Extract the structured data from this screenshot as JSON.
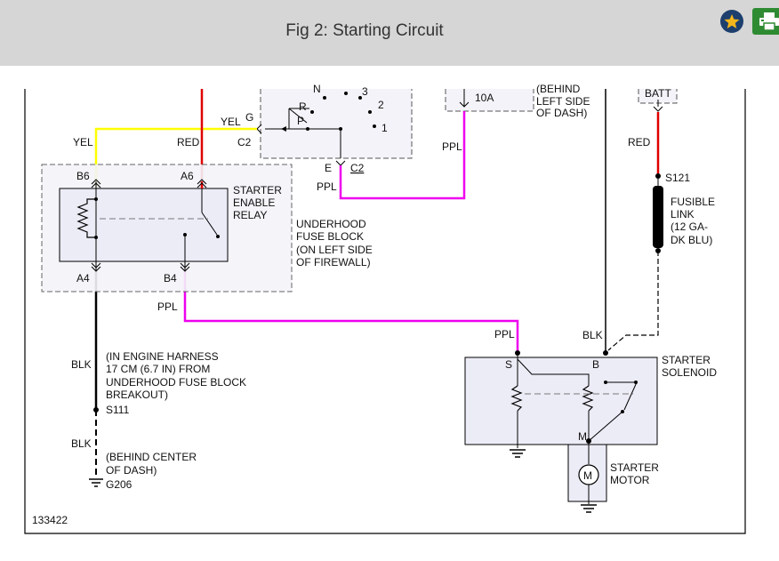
{
  "page": {
    "title": "Fig 2: Starting Circuit"
  },
  "toolbar": {
    "favorite_icon": "star-icon",
    "print_icon": "printer-icon",
    "favorite_color": "#1d3f6e",
    "print_color": "#2e8b32"
  },
  "colors": {
    "wire_yel": "#ffff00",
    "wire_red": "#e00000",
    "wire_ppl": "#ee00ee",
    "wire_blk": "#000000",
    "component_fill": "#ececf7",
    "block_fill": "#f3f3f9"
  },
  "diagram": {
    "figure_id": "133422",
    "ignition_switch": {
      "positions": [
        "N",
        "3",
        "R",
        "2",
        "P",
        "1"
      ],
      "terminal_g": "G",
      "terminal_e": "E",
      "connector_top": "C2",
      "connector_bottom": "C2"
    },
    "fuse": {
      "rating": "10A",
      "location_lines": [
        "(BEHIND",
        "LEFT SIDE",
        "OF DASH)"
      ]
    },
    "batt": "BATT",
    "relay": {
      "label_lines": [
        "STARTER",
        "ENABLE",
        "RELAY"
      ],
      "pin_b6": "B6",
      "pin_a6": "A6",
      "pin_a4": "A4",
      "pin_b4": "B4"
    },
    "fuse_block": {
      "label_lines": [
        "UNDERHOOD",
        "FUSE BLOCK",
        "(ON LEFT SIDE",
        "OF FIREWALL)"
      ]
    },
    "wires": {
      "yel": "YEL",
      "red": "RED",
      "ppl": "PPL",
      "blk": "BLK"
    },
    "splice_s121": "S121",
    "fusible_link": {
      "label_lines": [
        "FUSIBLE",
        "LINK",
        "(12 GA-",
        "DK BLU)"
      ]
    },
    "harness_note_lines": [
      "(IN ENGINE HARNESS",
      "17 CM (6.7 IN) FROM",
      "UNDERHOOD FUSE BLOCK",
      "BREAKOUT)"
    ],
    "splice_s111": "S111",
    "ground_note_lines": [
      "(BEHIND CENTER",
      "OF DASH)"
    ],
    "ground_g206": "G206",
    "solenoid": {
      "label_lines": [
        "STARTER",
        "SOLENOID"
      ],
      "term_s": "S",
      "term_b": "B",
      "term_m": "M"
    },
    "motor": {
      "symbol": "M",
      "label_lines": [
        "STARTER",
        "MOTOR"
      ]
    }
  }
}
